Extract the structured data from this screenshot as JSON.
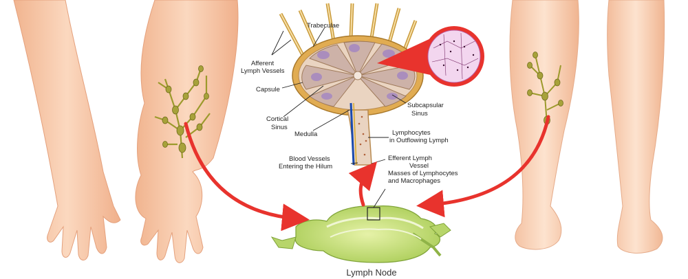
{
  "labels": {
    "trabeculae": "Trabeculae",
    "afferent_1": "Afferent",
    "afferent_2": "Lymph Vessels",
    "capsule": "Capsule",
    "cortical_1": "Cortical",
    "cortical_2": "Sinus",
    "medulla": "Medulla",
    "subcapsular_1": "Subcapsular",
    "subcapsular_2": "Sinus",
    "lymphocytes_1": "Lymphocytes",
    "lymphocytes_2": "in Outflowing Lymph",
    "blood_1": "Blood Vessels",
    "blood_2": "Entering the Hilum",
    "efferent_1": "Efferent Lymph",
    "efferent_2": "Vessel",
    "masses_1": "Masses of Lymphocytes",
    "masses_2": "and Macrophages",
    "lymph_node": "Lymph Node"
  },
  "colors": {
    "skin": "#f6c9a8",
    "skin_dark": "#e9a985",
    "lymph_vessel": "#b8b83a",
    "capsule": "#d9a441",
    "node_inner": "#e9cdb8",
    "medulla_blob": "#b89ac9",
    "arrow": "#e8332d",
    "node_green": "#c9e07a",
    "zoom_fill": "#f3d6ef"
  }
}
